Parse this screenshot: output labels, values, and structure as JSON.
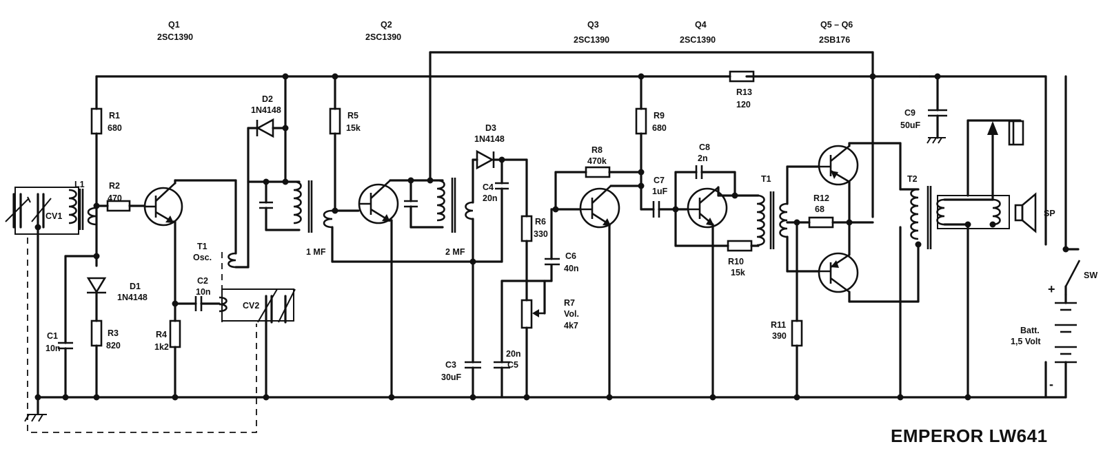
{
  "title": "EMPEROR LW641",
  "transistors": [
    {
      "ref": "Q1",
      "type": "2SC1390"
    },
    {
      "ref": "Q2",
      "type": "2SC1390"
    },
    {
      "ref": "Q3",
      "type": "2SC1390"
    },
    {
      "ref": "Q4",
      "type": "2SC1390"
    },
    {
      "ref": "Q5 – Q6",
      "type": "2SB176"
    }
  ],
  "resistors": [
    {
      "ref": "R1",
      "value": "680"
    },
    {
      "ref": "R2",
      "value": "470"
    },
    {
      "ref": "R3",
      "value": "820"
    },
    {
      "ref": "R4",
      "value": "1k2"
    },
    {
      "ref": "R5",
      "value": "15k"
    },
    {
      "ref": "R6",
      "value": "330"
    },
    {
      "ref": "R7",
      "value": "Vol.",
      "value2": "4k7"
    },
    {
      "ref": "R8",
      "value": "470k"
    },
    {
      "ref": "R9",
      "value": "680"
    },
    {
      "ref": "R10",
      "value": "15k"
    },
    {
      "ref": "R11",
      "value": "390"
    },
    {
      "ref": "R12",
      "value": "68"
    },
    {
      "ref": "R13",
      "value": "120"
    }
  ],
  "capacitors": [
    {
      "ref": "C1",
      "value": "10n"
    },
    {
      "ref": "C2",
      "value": "10n"
    },
    {
      "ref": "C3",
      "value": "30uF"
    },
    {
      "ref": "C4",
      "value": "20n"
    },
    {
      "ref": "C5",
      "value": "20n"
    },
    {
      "ref": "C6",
      "value": "40n"
    },
    {
      "ref": "C7",
      "value": "1uF"
    },
    {
      "ref": "C8",
      "value": "2n"
    },
    {
      "ref": "C9",
      "value": "50uF"
    }
  ],
  "diodes": [
    {
      "ref": "D1",
      "type": "1N4148"
    },
    {
      "ref": "D2",
      "type": "1N4148"
    },
    {
      "ref": "D3",
      "type": "1N4148"
    }
  ],
  "misc": {
    "L1": "L1",
    "cv1": "CV1",
    "cv2": "CV2",
    "t1_osc": "T1",
    "t1_osc_sub": "Osc.",
    "mf1": "1 MF",
    "mf2": "2 MF",
    "t1": "T1",
    "t2": "T2",
    "sp": "SP",
    "sw": "SW",
    "batt": "Batt.",
    "batt_v": "1,5 Volt",
    "plus": "+",
    "minus": "-"
  }
}
